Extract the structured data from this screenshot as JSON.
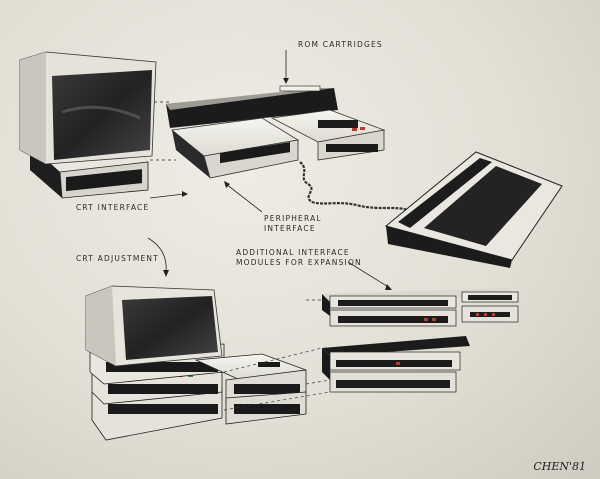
{
  "sheet": {
    "labels": {
      "rom_cartridges": "ROM CARTRIDGES",
      "crt_interface": "CRT INTERFACE",
      "peripheral_interface_line1": "PERIPHERAL",
      "peripheral_interface_line2": "INTERFACE",
      "crt_adjustment": "CRT ADJUSTMENT",
      "additional_modules_line1": "ADDITIONAL INTERFACE",
      "additional_modules_line2": "MODULES FOR EXPANSION"
    },
    "signature": "CHEN'81"
  },
  "colors": {
    "paper": "#e6e3da",
    "device_light": "#ebe9e2",
    "device_dark": "#1c1c1c",
    "screen": "#2b2b2b",
    "indicator_red": "#c0392b"
  }
}
